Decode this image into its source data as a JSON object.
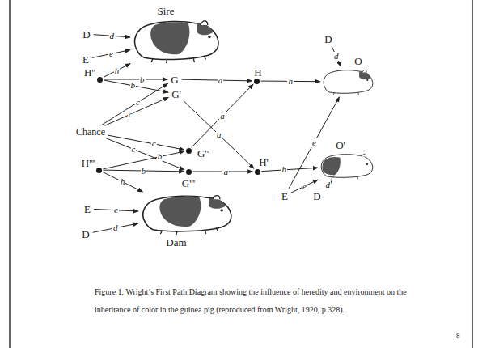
{
  "diagram": {
    "caption": "Figure 1. Wright’s First Path Diagram showing the influence of heredity and environment on the inheritance of color in the guinea pig (reproduced from Wright, 1920, p.328).",
    "nodes": [
      {
        "text": [
          "D"
        ]
      },
      {
        "text": [
          "E"
        ]
      },
      {
        "text": [
          "H''"
        ]
      },
      {
        "text": [
          "Sire"
        ]
      },
      {
        "text": [
          "Chance"
        ]
      },
      {
        "text": [
          "G"
        ]
      },
      {
        "text": [
          "G'"
        ]
      },
      {
        "text": [
          "G''"
        ]
      },
      {
        "text": [
          "G'''"
        ]
      },
      {
        "text": [
          "H'''"
        ]
      },
      {
        "text": [
          "Dam"
        ]
      },
      {
        "text": [
          "E"
        ]
      },
      {
        "text": [
          "D"
        ]
      },
      {
        "text": [
          "H"
        ]
      },
      {
        "text": [
          "H'"
        ]
      },
      {
        "text": [
          "O"
        ]
      },
      {
        "text": [
          "O'"
        ]
      },
      {
        "text": [
          "D"
        ]
      },
      {
        "text": [
          "E"
        ]
      },
      {
        "text": [
          "D"
        ]
      }
    ],
    "edges": [
      {
        "from": 0,
        "to": 3,
        "label": "d",
        "arrow": "to"
      },
      {
        "from": 1,
        "to": 3,
        "label": "e",
        "arrow": "to"
      },
      {
        "from": 2,
        "to": 3,
        "label": "h",
        "arrow": "to"
      },
      {
        "from": 2,
        "to": 5,
        "label": "b",
        "arrow": "to"
      },
      {
        "from": 2,
        "to": 6,
        "label": "b",
        "arrow": "to"
      },
      {
        "from": 4,
        "to": 5,
        "label": "c",
        "arrow": "to"
      },
      {
        "from": 4,
        "to": 6,
        "label": "c",
        "arrow": "to"
      },
      {
        "from": 4,
        "to": 7,
        "label": "c",
        "arrow": "to"
      },
      {
        "from": 4,
        "to": 8,
        "label": "c",
        "arrow": "to"
      },
      {
        "from": 9,
        "to": 7,
        "label": "b",
        "arrow": "to"
      },
      {
        "from": 9,
        "to": 8,
        "label": "b",
        "arrow": "to"
      },
      {
        "from": 9,
        "to": 10,
        "label": "h",
        "arrow": "to"
      },
      {
        "from": 11,
        "to": 10,
        "label": "e",
        "arrow": "to"
      },
      {
        "from": 12,
        "to": 10,
        "label": "d",
        "arrow": "to"
      },
      {
        "from": 5,
        "to": 13,
        "label": "a",
        "arrow": "to"
      },
      {
        "from": 6,
        "to": 14,
        "label": "a",
        "arrow": "to"
      },
      {
        "from": 7,
        "to": 13,
        "label": "a",
        "arrow": "to"
      },
      {
        "from": 8,
        "to": 14,
        "label": "a",
        "arrow": "to"
      },
      {
        "from": 13,
        "to": 15,
        "label": "h",
        "arrow": "to"
      },
      {
        "from": 14,
        "to": 16,
        "label": "h",
        "arrow": "to"
      },
      {
        "from": 17,
        "to": 15,
        "label": "d",
        "arrow": "to"
      },
      {
        "from": 18,
        "to": 15,
        "label": "e",
        "arrow": "to"
      },
      {
        "from": 18,
        "to": 16,
        "label": "e",
        "arrow": "to"
      },
      {
        "from": 19,
        "to": 16,
        "label": "d",
        "arrow": "to"
      }
    ],
    "labels": [
      "8"
    ]
  }
}
